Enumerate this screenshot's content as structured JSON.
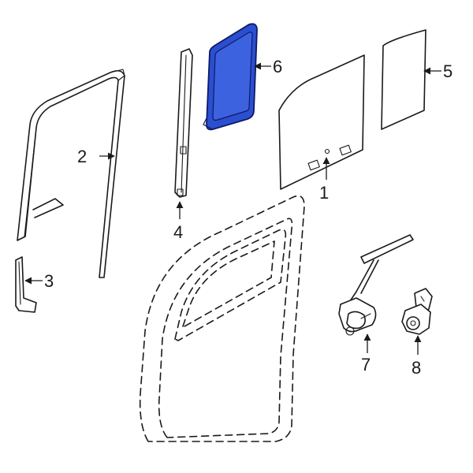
{
  "colors": {
    "line": "#1a1a1a",
    "highlight_fill": "#2b4fcf",
    "highlight_stroke": "#0f1a66",
    "background": "#ffffff"
  },
  "callouts": {
    "c1": "1",
    "c2": "2",
    "c3": "3",
    "c4": "4",
    "c5": "5",
    "c6": "6",
    "c7": "7",
    "c8": "8"
  }
}
